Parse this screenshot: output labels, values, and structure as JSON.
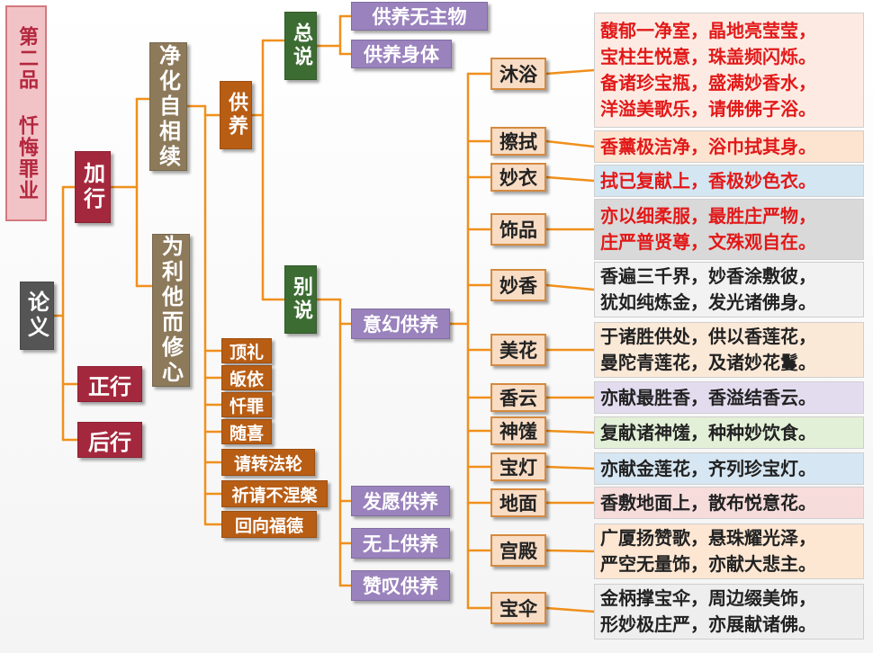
{
  "title": "第二品  忏悔罪业",
  "root": "论义",
  "level1": {
    "jiaxing": "加行",
    "zhengxing": "正行",
    "houxing": "后行"
  },
  "level2": {
    "jinghua": "净化自相续",
    "weili": "为利他而修心"
  },
  "level3": {
    "gongyang": "供养",
    "practices": [
      "顶礼",
      "皈依",
      "忏罪",
      "随喜",
      "请转法轮",
      "祈请不涅槃",
      "回向福德"
    ]
  },
  "level4": {
    "zongshuo": "总说",
    "bieshuo": "别说"
  },
  "level5": {
    "wuzhu": "供养无主物",
    "shenti": "供养身体",
    "yihuan": "意幻供养",
    "fayuan": "发愿供养",
    "wushang": "无上供养",
    "zantan": "赞叹供养"
  },
  "offerings": [
    {
      "label": "沐浴",
      "verse": [
        "馥郁一净室，晶地亮莹莹，",
        "宝柱生悦意，珠盖频闪烁。",
        "备诸珍宝瓶，盛满妙香水，",
        "洋溢美歌乐，请佛佛子浴。"
      ],
      "bg": "#fdebe3",
      "red": true
    },
    {
      "label": "擦拭",
      "verse": [
        "香薰极洁净，浴巾拭其身。"
      ],
      "bg": "#fde4d0",
      "red": true
    },
    {
      "label": "妙衣",
      "verse": [
        "拭已复献上，香极妙色衣。"
      ],
      "bg": "#d4e6f1",
      "red": true
    },
    {
      "label": "饰品",
      "verse": [
        "亦以细柔服，最胜庄严物，",
        "庄严普贤尊，文殊观自在。"
      ],
      "bg": "#d9d9d9",
      "red": true
    },
    {
      "label": "妙香",
      "verse": [
        "香遍三千界，妙香涂敷彼，",
        "犹如纯炼金，发光诸佛身。"
      ],
      "bg": "#f2f2f2",
      "red": false
    },
    {
      "label": "美花",
      "verse": [
        "于诸胜供处，供以香莲花，",
        "曼陀青莲花，及诸妙花鬘。"
      ],
      "bg": "#fbe9d8",
      "red": false
    },
    {
      "label": "香云",
      "verse": [
        "亦献最胜香，香溢结香云。"
      ],
      "bg": "#e3dcef",
      "red": false
    },
    {
      "label": "神馐",
      "verse": [
        "复献诸神馐，种种妙饮食。"
      ],
      "bg": "#e3f0d8",
      "red": false
    },
    {
      "label": "宝灯",
      "verse": [
        "亦献金莲花，齐列珍宝灯。"
      ],
      "bg": "#d6e6f2",
      "red": false
    },
    {
      "label": "地面",
      "verse": [
        "香敷地面上，散布悦意花。"
      ],
      "bg": "#f7dcdc",
      "red": false
    },
    {
      "label": "宫殿",
      "verse": [
        "广厦扬赞歌，悬珠耀光泽，",
        "严空无量饰，亦献大悲主。"
      ],
      "bg": "#fde7d3",
      "red": false
    },
    {
      "label": "宝伞",
      "verse": [
        "金柄撑宝伞，周边缀美饰，",
        "形妙极庄严，亦展献诸佛。"
      ],
      "bg": "#eeeeee",
      "red": false
    }
  ],
  "colors": {
    "line": "#f0901c",
    "red_text": "#e21919",
    "title_bg": "#f2c3c6"
  }
}
